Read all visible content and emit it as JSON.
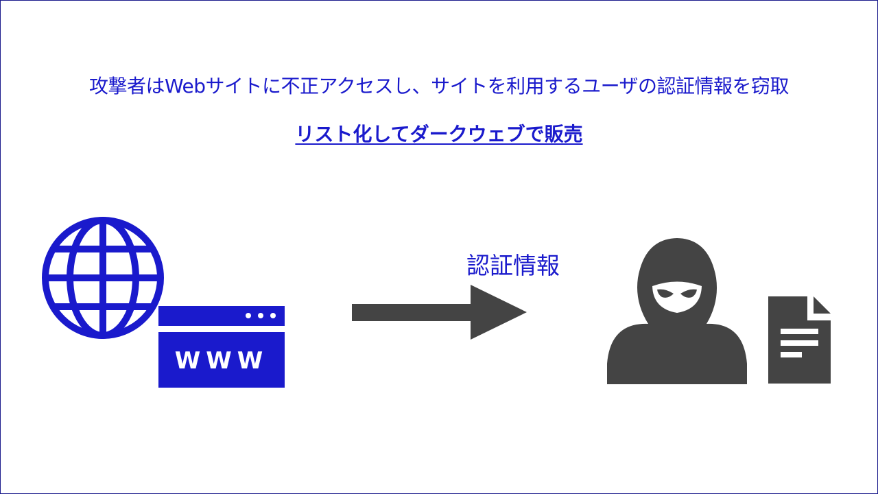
{
  "slide": {
    "title": "攻撃者はWebサイトに不正アクセスし、サイトを利用するユーザの認証情報を窃取",
    "subtitle": "リスト化してダークウェブで販売",
    "arrow_label": "認証情報",
    "browser_text": "WWW",
    "colors": {
      "accent": "#1a1acc",
      "icon_dark": "#444444"
    }
  }
}
